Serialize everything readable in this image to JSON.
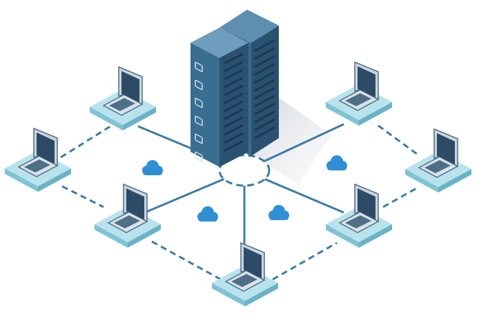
{
  "diagram": {
    "type": "network-topology",
    "hub": {
      "icon": "server-rack-icon"
    },
    "switch_node": {
      "icon": "network-switch-ring-icon"
    },
    "clients": [
      {
        "id": "laptop-top-left",
        "icon": "laptop-icon",
        "link": "solid"
      },
      {
        "id": "laptop-far-left",
        "icon": "laptop-icon",
        "link": "dashed"
      },
      {
        "id": "laptop-mid-left",
        "icon": "laptop-icon",
        "link": "solid"
      },
      {
        "id": "laptop-bottom",
        "icon": "laptop-icon",
        "link": "solid"
      },
      {
        "id": "laptop-mid-right",
        "icon": "laptop-icon",
        "link": "solid"
      },
      {
        "id": "laptop-far-right",
        "icon": "laptop-icon",
        "link": "dashed"
      },
      {
        "id": "laptop-top-right",
        "icon": "laptop-icon",
        "link": "solid"
      }
    ],
    "clouds": [
      {
        "id": "cloud-left",
        "icon": "cloud-icon"
      },
      {
        "id": "cloud-center",
        "icon": "cloud-icon"
      },
      {
        "id": "cloud-middle",
        "icon": "cloud-icon"
      },
      {
        "id": "cloud-right",
        "icon": "cloud-icon"
      }
    ],
    "colors": {
      "server_dark": "#2a5170",
      "server_mid": "#3a6e91",
      "server_light": "#5d8fb1",
      "pad_top": "#b9e3ec",
      "pad_side": "#7fc3d4",
      "laptop_body": "#4f6f86",
      "laptop_screen": "#2d4b66",
      "link": "#3c7ca5",
      "cloud": "#2f8fd4"
    }
  }
}
